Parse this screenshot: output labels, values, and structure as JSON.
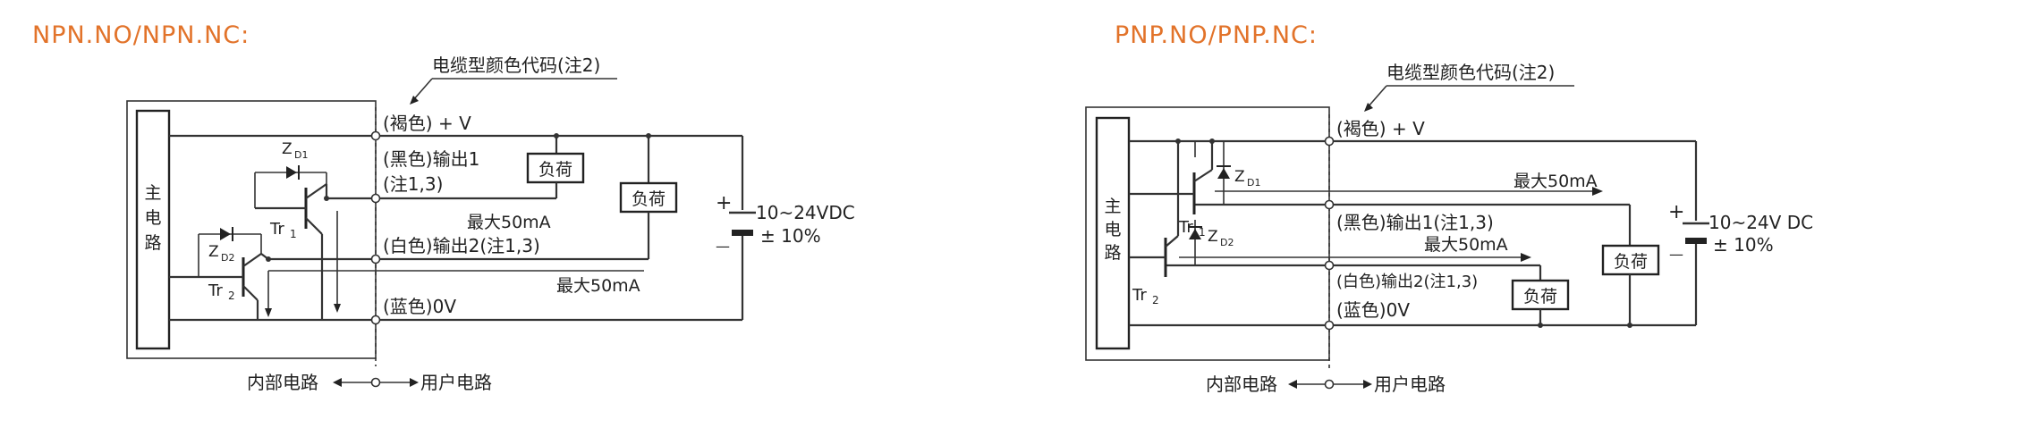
{
  "npn": {
    "title": "NPN.NO/NPN.NC:",
    "cable_note": "电缆型颜色代码(注2)",
    "main_circuit": [
      "主",
      "电",
      "路"
    ],
    "brown": "(褐色) + V",
    "black": "(黑色)输出1",
    "black_note": "(注1,3)",
    "white": "(白色)输出2(注1,3)",
    "blue": "(蓝色)0V",
    "load": "负荷",
    "max_current": "最大50mA",
    "zd1": "Z",
    "zd1_sub": "D1",
    "zd2": "Z",
    "zd2_sub": "D2",
    "tr1": "Tr",
    "tr1_sub": "1",
    "tr2": "Tr",
    "tr2_sub": "2",
    "supply_voltage": "10~24VDC",
    "supply_tolerance": "± 10%",
    "plus": "+",
    "minus": "—",
    "internal": "内部电路",
    "user": "用户电路"
  },
  "pnp": {
    "title": "PNP.NO/PNP.NC:",
    "cable_note": "电缆型颜色代码(注2)",
    "main_circuit": [
      "主",
      "电",
      "路"
    ],
    "brown": "(褐色) + V",
    "black": "(黑色)输出1(注1,3)",
    "white": "(白色)输出2(注1,3)",
    "blue": "(蓝色)0V",
    "load": "负荷",
    "max_current": "最大50mA",
    "zd1": "Z",
    "zd1_sub": "D1",
    "zd2": "Z",
    "zd2_sub": "D2",
    "tr1": "Tr",
    "tr1_sub": "1",
    "tr2": "Tr",
    "tr2_sub": "2",
    "supply_voltage": "10~24V DC",
    "supply_tolerance": "± 10%",
    "plus": "+",
    "minus": "—",
    "internal": "内部电路",
    "user": "用户电路"
  },
  "colors": {
    "title": "#e2732a",
    "line": "#333333"
  }
}
